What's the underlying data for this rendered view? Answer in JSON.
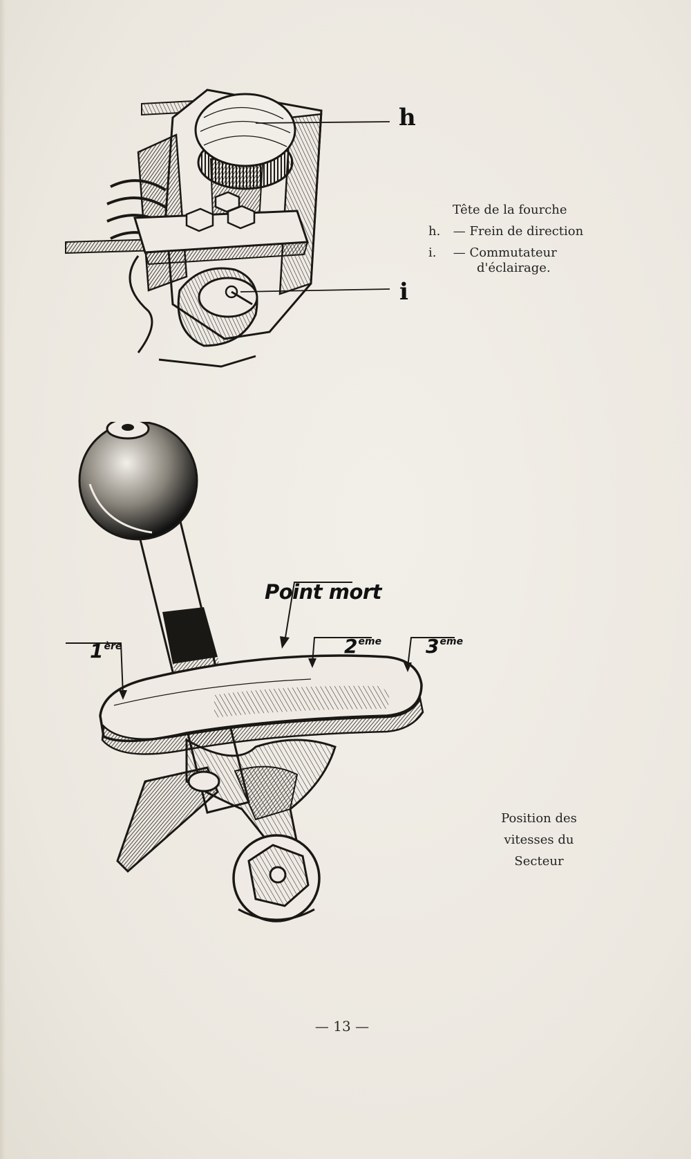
{
  "page": {
    "number": "— 13 —"
  },
  "fork_figure": {
    "callouts": {
      "h": "h",
      "i": "i"
    },
    "caption": {
      "title": "Tête de la fourche",
      "items": [
        {
          "key": "h.",
          "dash": "—",
          "text": "Frein de direction",
          "continuation": ""
        },
        {
          "key": "i.",
          "dash": "—",
          "text": "Commutateur",
          "continuation": "d'éclairage."
        }
      ]
    }
  },
  "gear_figure": {
    "callouts": {
      "neutral": "Point mort",
      "first": {
        "numeral": "1",
        "suffix": "ère"
      },
      "second": {
        "numeral": "2",
        "suffix": "eme"
      },
      "third": {
        "numeral": "3",
        "suffix": "eme"
      }
    },
    "caption": {
      "lines": [
        "Position des",
        "vitesses du",
        "Secteur"
      ]
    }
  },
  "colors": {
    "paper": "#efebe4",
    "ink": "#1c1a17"
  }
}
